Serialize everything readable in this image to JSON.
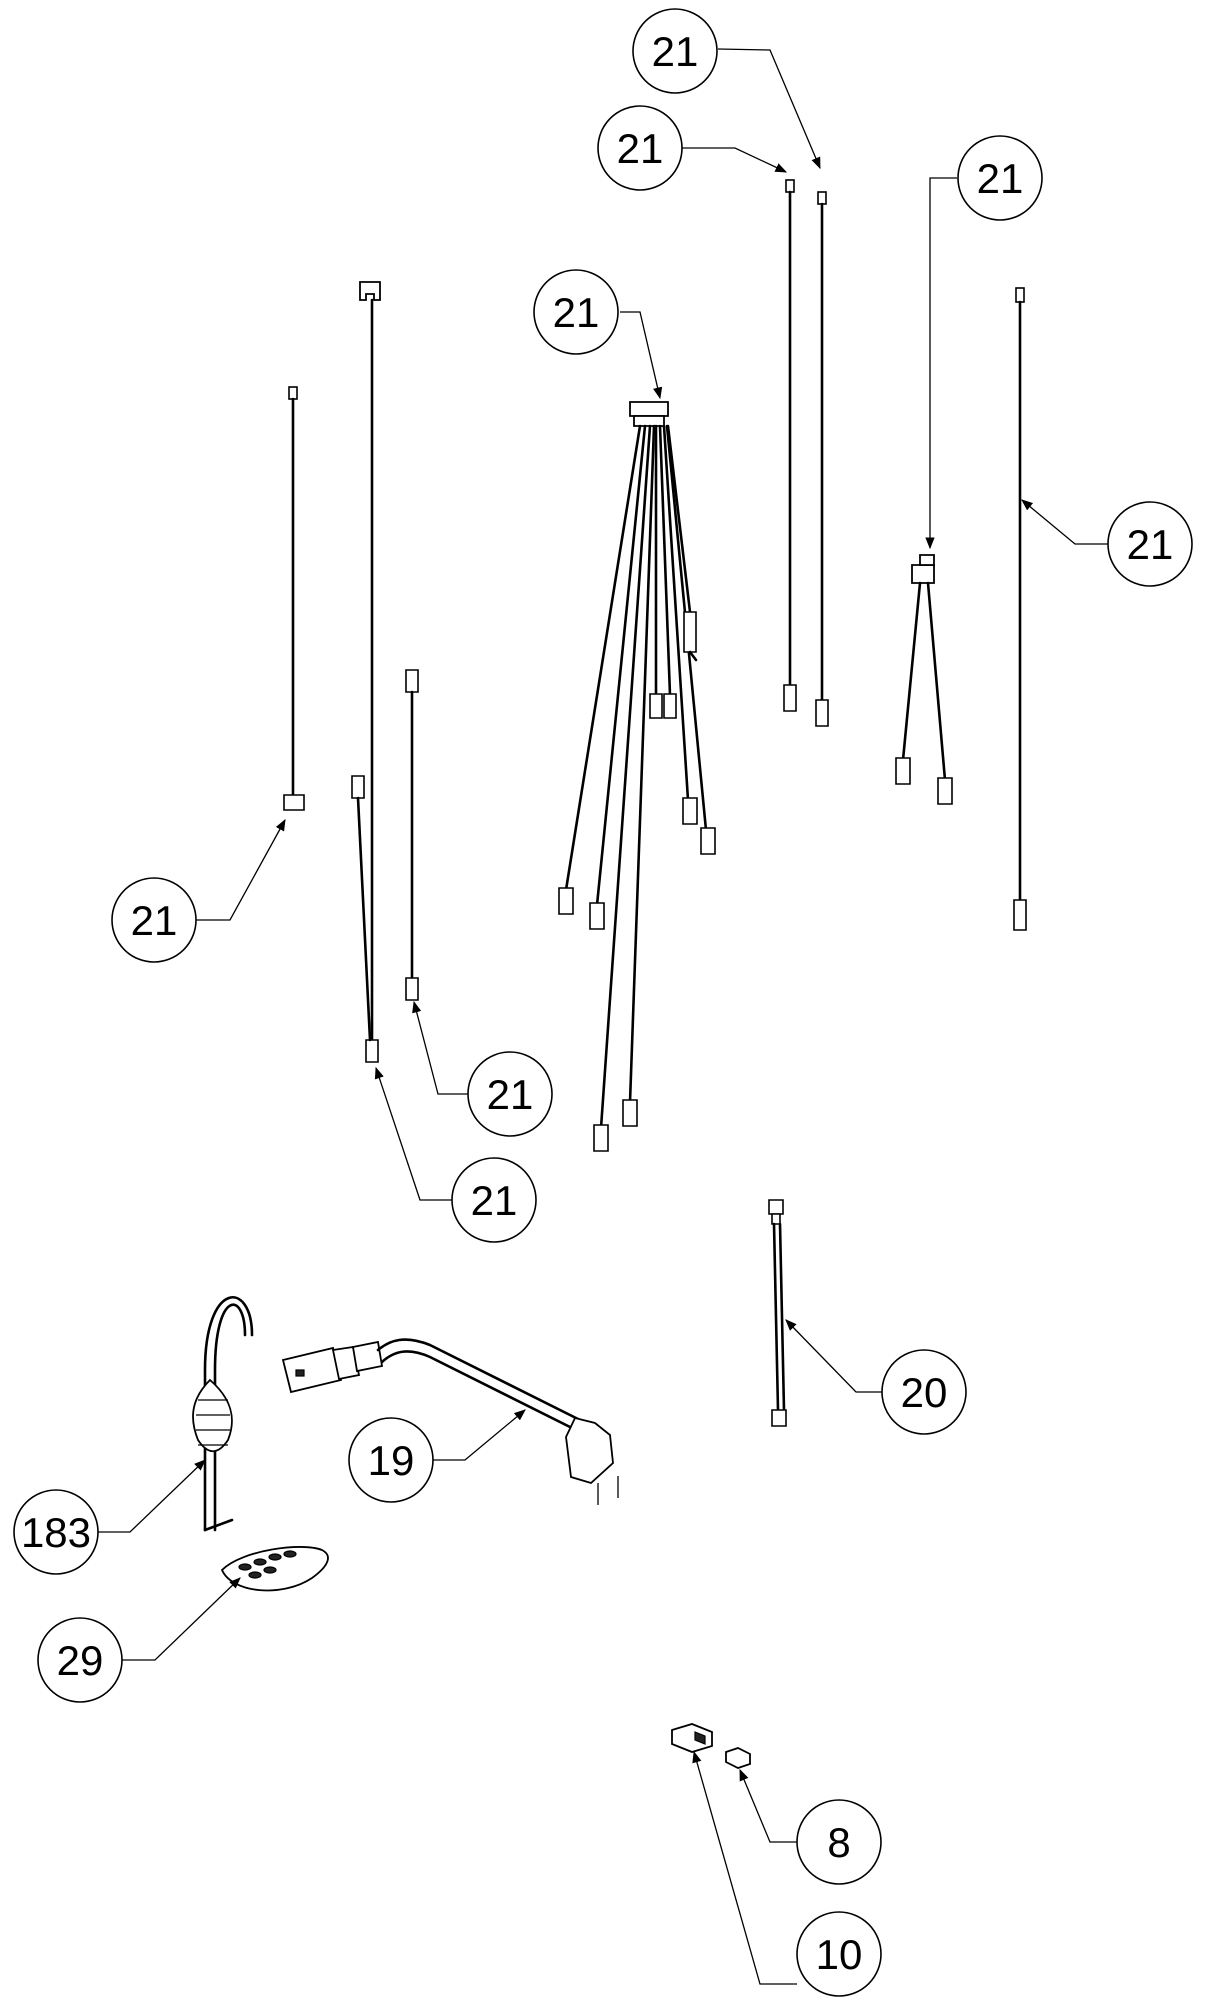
{
  "callouts": [
    {
      "id": "c1",
      "label": "21"
    },
    {
      "id": "c2",
      "label": "21"
    },
    {
      "id": "c3",
      "label": "21"
    },
    {
      "id": "c4",
      "label": "21"
    },
    {
      "id": "c5",
      "label": "21"
    },
    {
      "id": "c6",
      "label": "21"
    },
    {
      "id": "c7",
      "label": "21"
    },
    {
      "id": "c8",
      "label": "21"
    },
    {
      "id": "c9",
      "label": "20"
    },
    {
      "id": "c10",
      "label": "19"
    },
    {
      "id": "c11",
      "label": "183"
    },
    {
      "id": "c12",
      "label": "29"
    },
    {
      "id": "c13",
      "label": "8"
    },
    {
      "id": "c14",
      "label": "10"
    }
  ]
}
